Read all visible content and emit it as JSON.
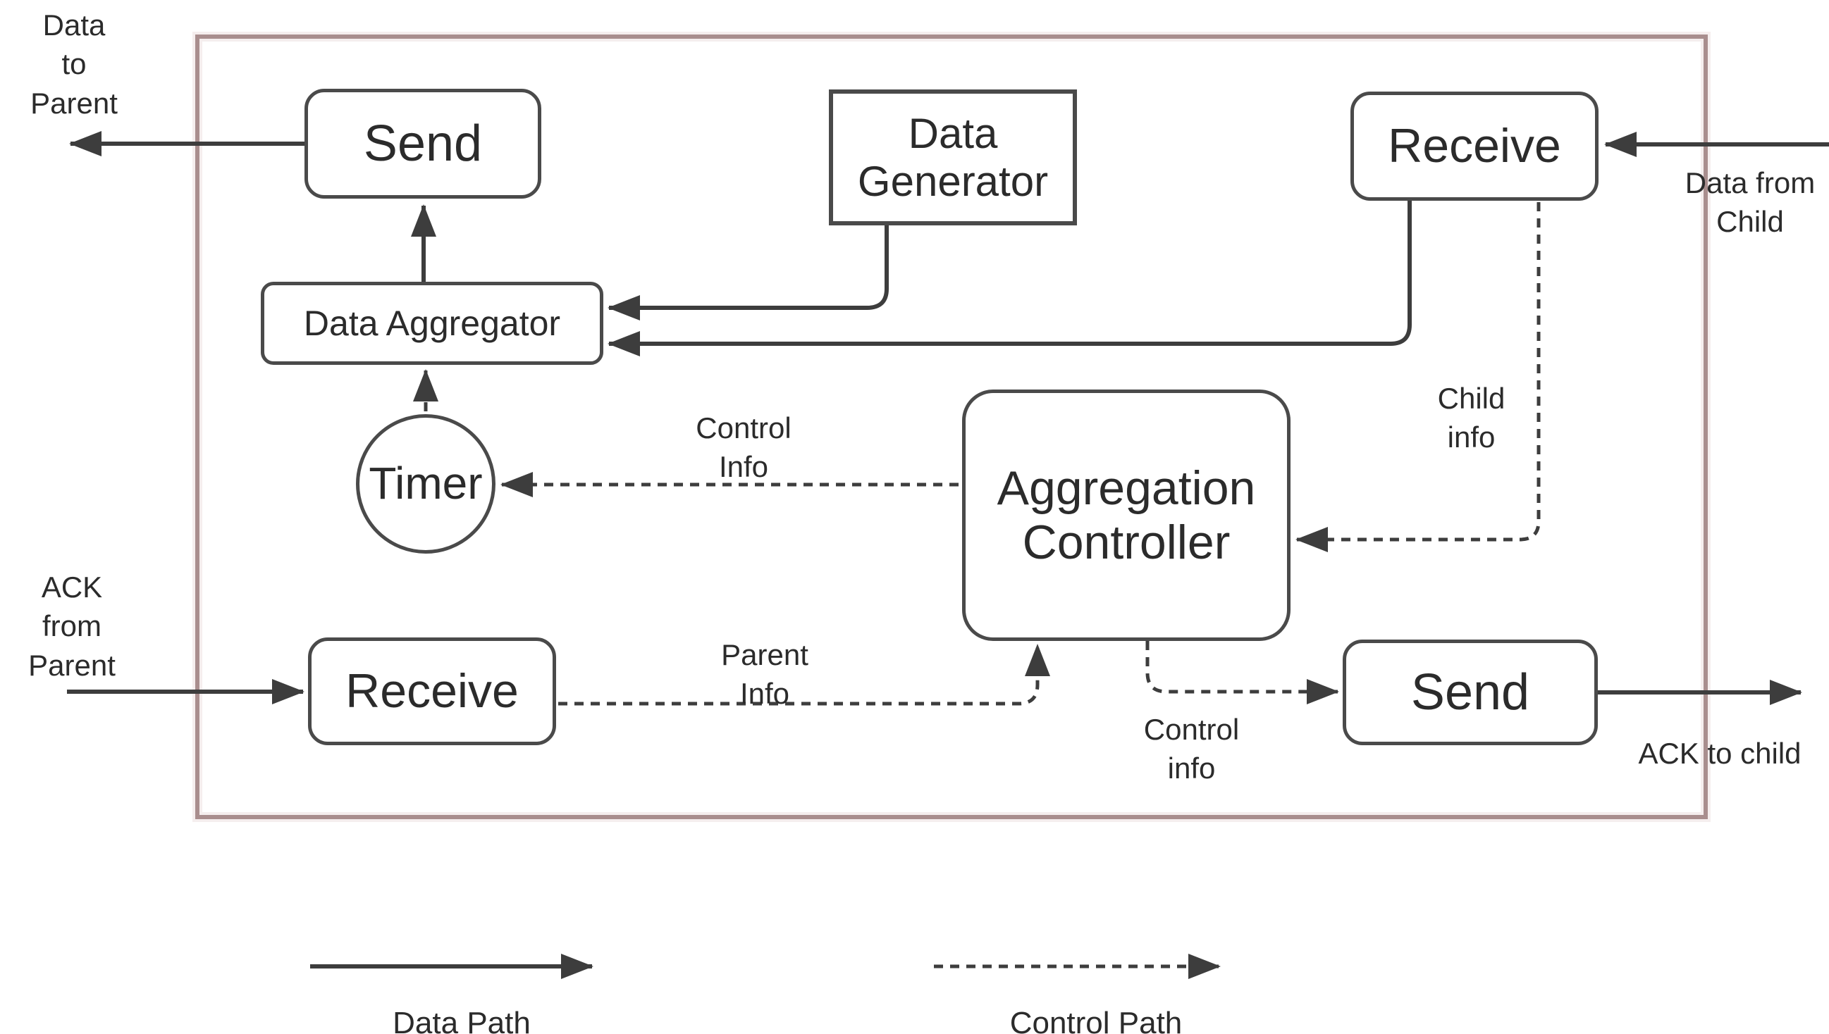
{
  "diagram": {
    "colors": {
      "boundary": "#a98e8e",
      "line": "#3d3d3d",
      "node_border": "#4a4a4a",
      "node_fill": "#ffffff",
      "text": "#2b2b2b",
      "background": "#ffffff"
    },
    "nodes": {
      "send_top": {
        "label": "Send"
      },
      "data_generator": {
        "label": "Data\nGenerator"
      },
      "receive_top": {
        "label": "Receive"
      },
      "data_aggregator": {
        "label": "Data Aggregator"
      },
      "timer": {
        "label": "Timer"
      },
      "aggregation_controller": {
        "label": "Aggregation\nController"
      },
      "receive_bottom": {
        "label": "Receive"
      },
      "send_bottom": {
        "label": "Send"
      }
    },
    "annotations": {
      "data_to_parent": "Data\nto\nParent",
      "data_from_child": "Data from\nChild",
      "ack_from_parent": "ACK\nfrom\nParent",
      "ack_to_child": "ACK to child",
      "child_info": "Child\ninfo",
      "control_info_timer": "Control\nInfo",
      "parent_info": "Parent\nInfo",
      "control_info_send": "Control\ninfo"
    },
    "legend": {
      "data_path": "Data Path",
      "control_path": "Control Path"
    },
    "edges": [
      {
        "from": "send-top",
        "to": "parent-external",
        "type": "data",
        "label_key": "data_to_parent"
      },
      {
        "from": "data-aggregator",
        "to": "send-top",
        "type": "data"
      },
      {
        "from": "data-generator",
        "to": "data-aggregator",
        "type": "data"
      },
      {
        "from": "receive-top",
        "to": "data-aggregator",
        "type": "data"
      },
      {
        "from": "timer",
        "to": "data-aggregator",
        "type": "control"
      },
      {
        "from": "aggregation-controller",
        "to": "timer",
        "type": "control",
        "label_key": "control_info_timer"
      },
      {
        "from": "receive-top",
        "to": "aggregation-controller",
        "type": "control",
        "label_key": "child_info"
      },
      {
        "from": "receive-bottom",
        "to": "aggregation-controller",
        "type": "control",
        "label_key": "parent_info"
      },
      {
        "from": "aggregation-controller",
        "to": "send-bottom",
        "type": "control",
        "label_key": "control_info_send"
      },
      {
        "from": "parent-external",
        "to": "receive-bottom",
        "type": "data",
        "label_key": "ack_from_parent"
      },
      {
        "from": "send-bottom",
        "to": "child-external",
        "type": "data",
        "label_key": "ack_to_child"
      },
      {
        "from": "child-external",
        "to": "receive-top",
        "type": "data",
        "label_key": "data_from_child"
      }
    ]
  }
}
